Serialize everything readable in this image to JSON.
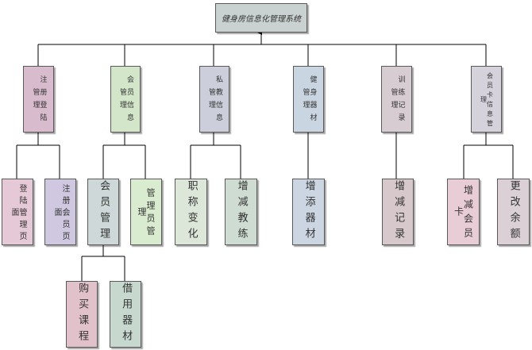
{
  "root": {
    "label": "健身房信息化管理系统",
    "color": "#c9d2d0"
  },
  "modules": [
    {
      "key": "reg",
      "label": "注册登陆管理",
      "color": "#d8bccd",
      "children": [
        {
          "key": "login-page",
          "label": "登陆管理页面",
          "color": "#e6c9d7"
        },
        {
          "key": "reg-page",
          "label": "注册会员页面",
          "color": "#cfc8e0"
        }
      ]
    },
    {
      "key": "member",
      "label": "会员信息管理",
      "color": "#d3e6c9",
      "children": [
        {
          "key": "member-manage",
          "label": "会员管理",
          "color": "#ced8d8",
          "children": [
            {
              "key": "buy-course",
              "label": "购买课程",
              "color": "#e2c2ca"
            },
            {
              "key": "borrow-equip",
              "label": "借用器材",
              "color": "#c7d8cf"
            }
          ]
        },
        {
          "key": "admin-manage",
          "label": "管理员管理",
          "color": "#d9eccf"
        }
      ]
    },
    {
      "key": "coach",
      "label": "私教信息管理",
      "color": "#cccfdb",
      "children": [
        {
          "key": "title-change",
          "label": "职称变化",
          "color": "#dce7da"
        },
        {
          "key": "add-coach",
          "label": "增减教练",
          "color": "#cfdcd2"
        }
      ]
    },
    {
      "key": "equip",
      "label": "健身器材管理",
      "color": "#c9d6e2",
      "children": [
        {
          "key": "add-equip",
          "label": "增添器材",
          "color": "#cbd6e2"
        }
      ]
    },
    {
      "key": "train",
      "label": "训练记录管理",
      "color": "#d8ccd3",
      "children": [
        {
          "key": "add-record",
          "label": "增减记录",
          "color": "#d7c8cb"
        }
      ]
    },
    {
      "key": "card",
      "label": "会员卡信息管理",
      "color": "#d5d2dc",
      "children": [
        {
          "key": "add-card",
          "label": "增减会员卡",
          "color": "#e8cdd6"
        },
        {
          "key": "change-balance",
          "label": "更改余额",
          "color": "#dad0d6"
        }
      ]
    }
  ]
}
